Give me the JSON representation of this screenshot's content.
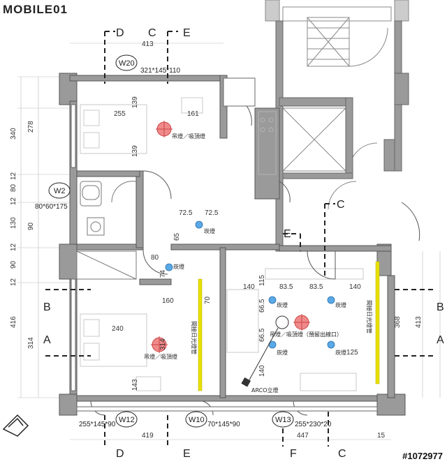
{
  "logo": {
    "text": "MOBILE01"
  },
  "watermark": "#1072977",
  "grid_labels": {
    "D": "D",
    "C": "C",
    "E": "E",
    "B": "B",
    "A": "A",
    "F": "F"
  },
  "windows": [
    {
      "id": "W20",
      "spec": "321*145*110"
    },
    {
      "id": "W2",
      "spec": "80*60*175"
    },
    {
      "id": "W12",
      "spec": "255*145*90"
    },
    {
      "id": "W10",
      "spec": "70*145*90"
    },
    {
      "id": "W13",
      "spec": "255*230*20"
    }
  ],
  "dims_top": [
    "413"
  ],
  "dims_bottom": [
    "419",
    "447",
    "15"
  ],
  "dims_left": [
    "340",
    "278",
    "12",
    "80",
    "12",
    "130",
    "90",
    "12",
    "90",
    "12",
    "416",
    "314"
  ],
  "dims_right": [
    "413",
    "368"
  ],
  "dims_inner": [
    "255",
    "161",
    "139",
    "139",
    "72.5",
    "72.5",
    "65",
    "80",
    "74",
    "160",
    "70",
    "240",
    "314",
    "143",
    "140",
    "83.5",
    "83.5",
    "140",
    "115",
    "66.5",
    "66.5",
    "140",
    "125"
  ],
  "fixtures": {
    "lamp_label": "吊燈／吸頂燈",
    "lamp_label_2": "吊燈／吸頂燈（預留出線口）",
    "downlight": "崁燈",
    "pipe_label": "間接日光燈管",
    "floor_lamp": "ARCO立燈"
  }
}
